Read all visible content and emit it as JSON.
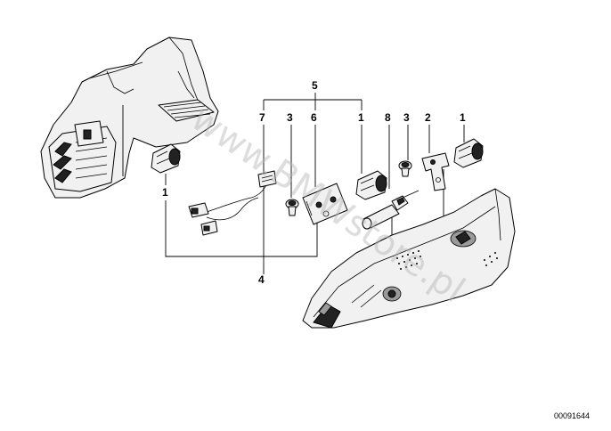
{
  "labels": {
    "n1a": "1",
    "n1b": "1",
    "n1c": "1",
    "n2": "2",
    "n3a": "3",
    "n3b": "3",
    "n4": "4",
    "n5": "5",
    "n6": "6",
    "n7": "7",
    "n8": "8"
  },
  "watermark": "www.BMWstore.pl",
  "reference_number": "00091644"
}
